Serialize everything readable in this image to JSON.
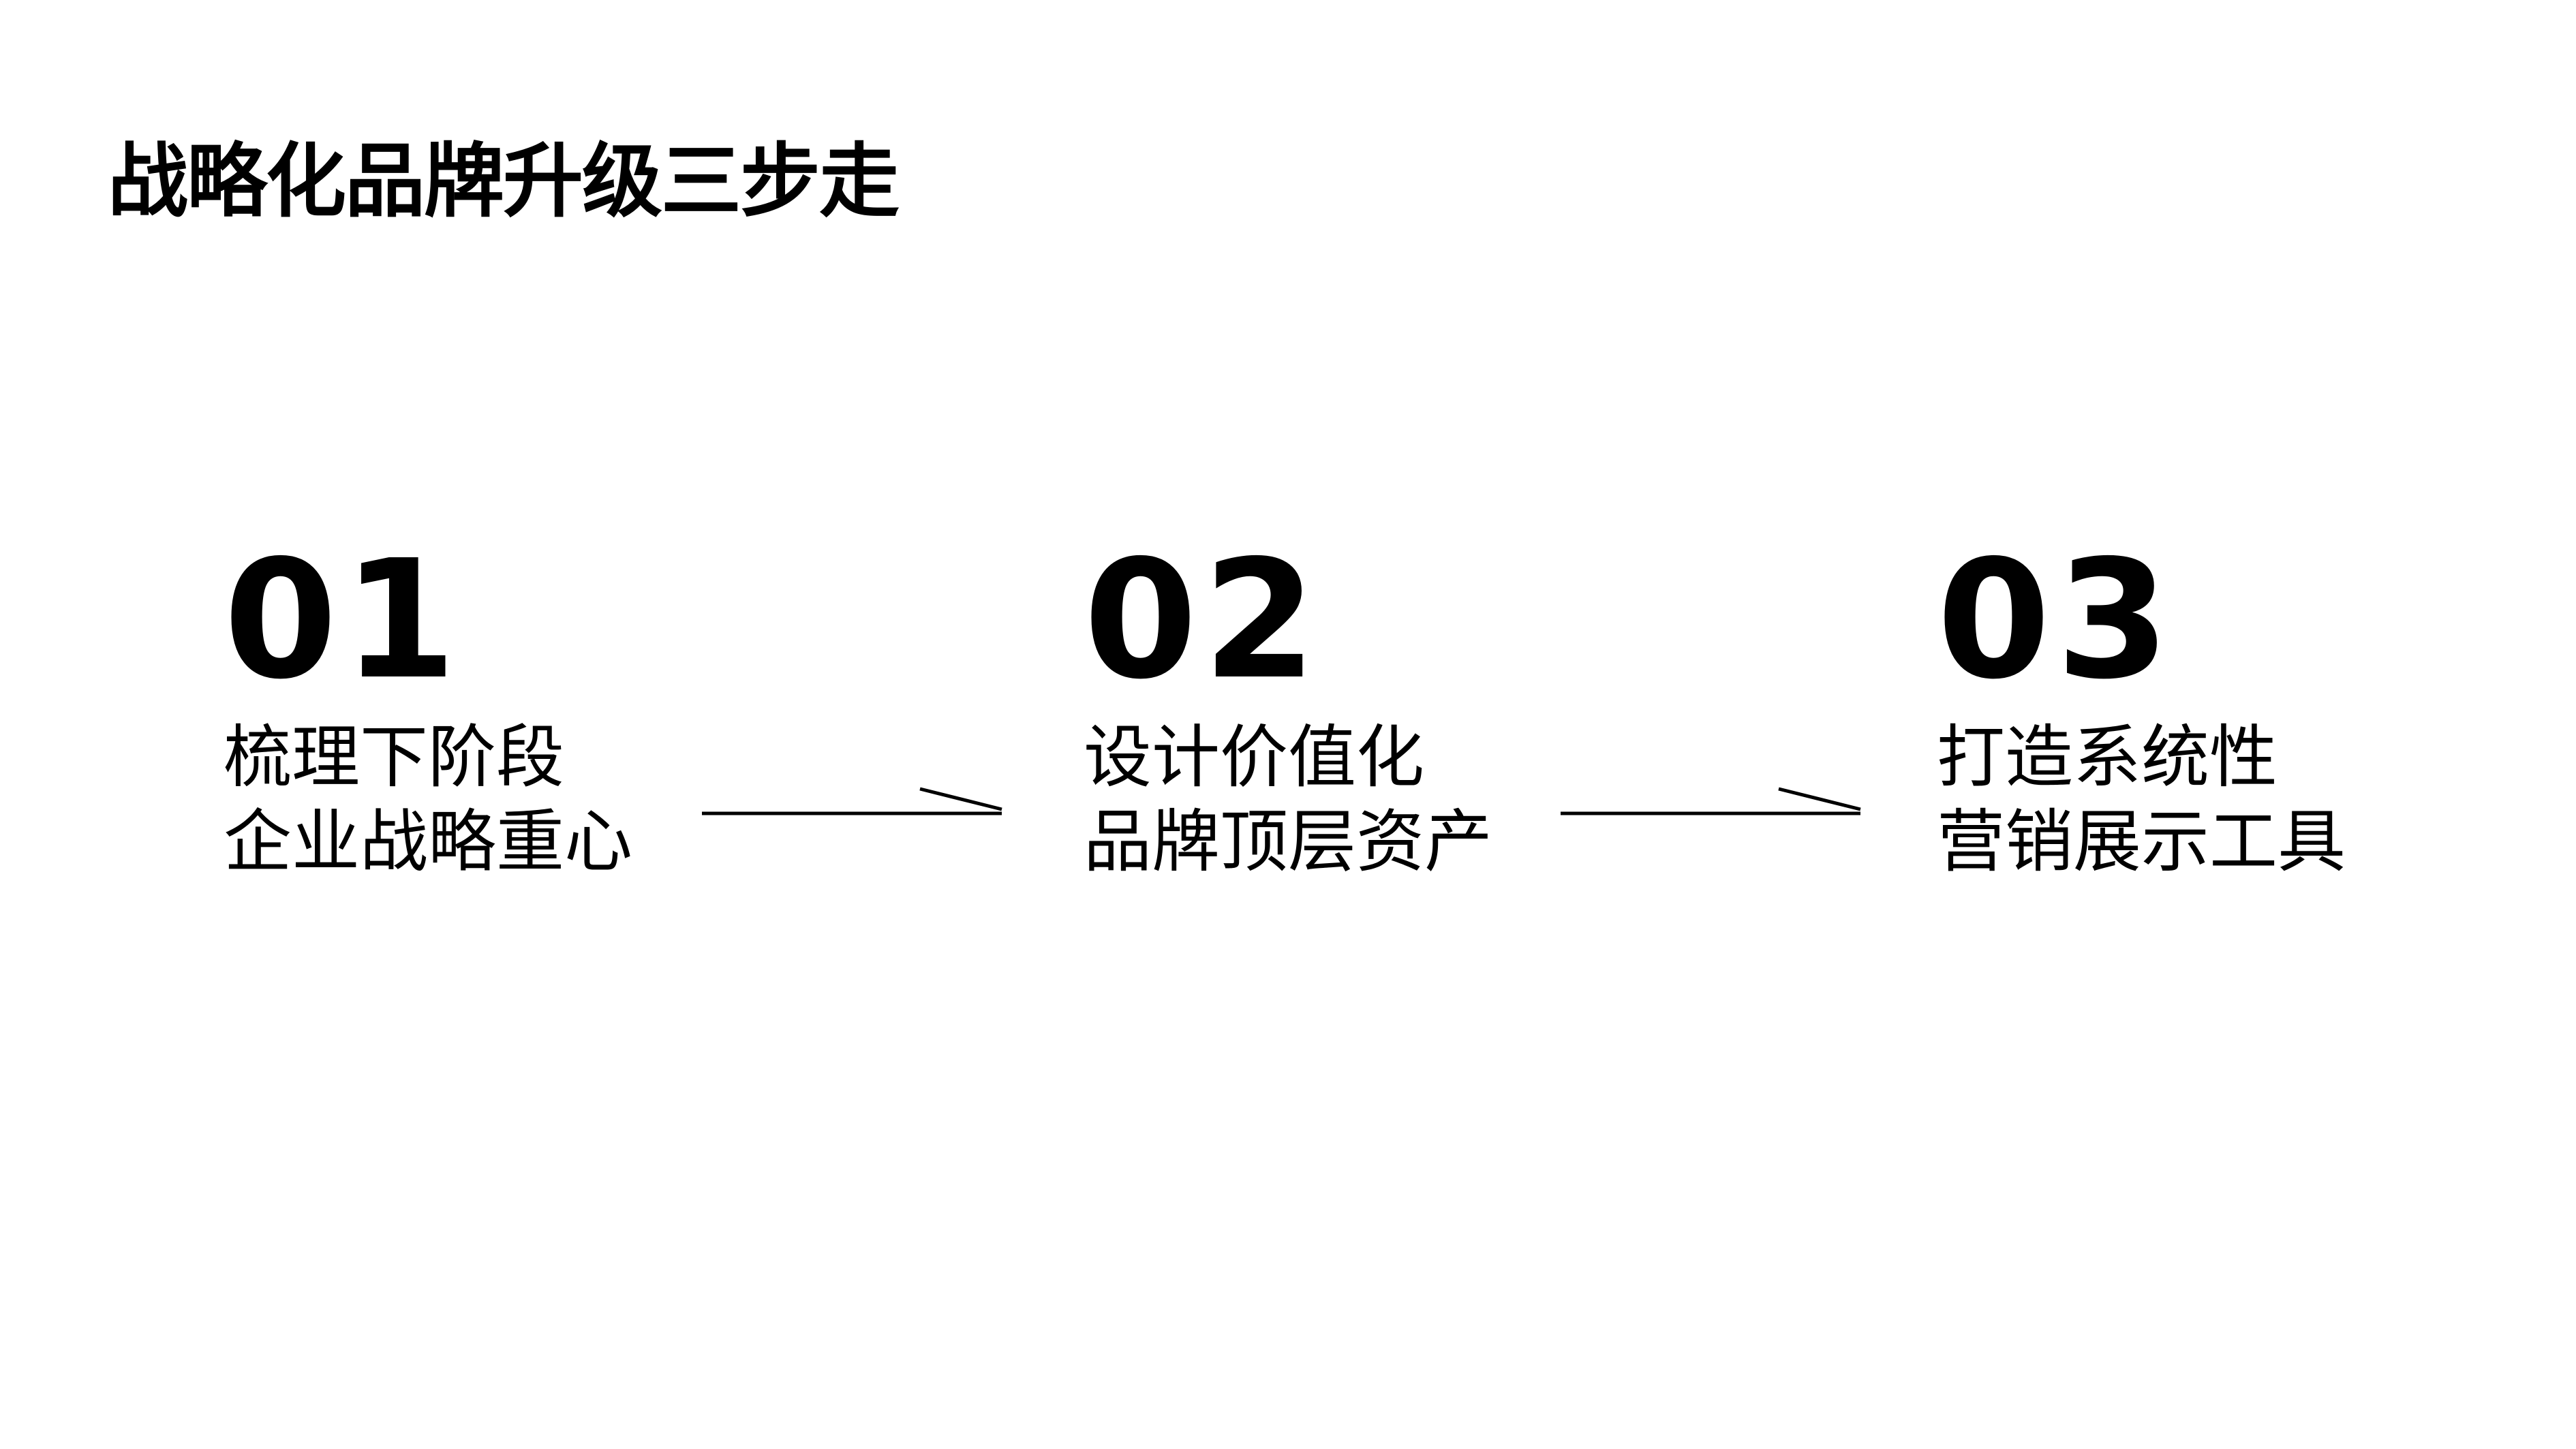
{
  "title": "战略化品牌升级三步走",
  "steps": [
    {
      "number": "01",
      "line1": "梳理下阶段",
      "line2": "企业战略重心"
    },
    {
      "number": "02",
      "line1": "设计价值化",
      "line2": "品牌顶层资产"
    },
    {
      "number": "03",
      "line1": "打造系统性",
      "line2": "营销展示工具"
    }
  ],
  "colors": {
    "background": "#ffffff",
    "text": "#000000"
  },
  "icons": [
    "arrow-right-icon",
    "arrow-right-icon"
  ]
}
